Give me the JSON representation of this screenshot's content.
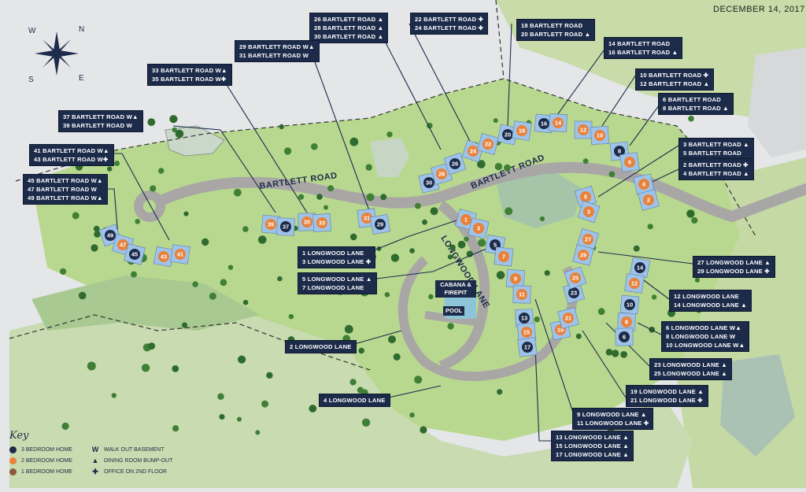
{
  "date": "DECEMBER 14, 2017",
  "compass": {
    "n": "N",
    "e": "E",
    "s": "S",
    "w": "W"
  },
  "roads": {
    "bartlett_1": "BARTLETT ROAD",
    "bartlett_2": "BARTLETT ROAD",
    "longwood": "LONGWOOD LANE"
  },
  "pois": {
    "cabana": "CABANA & FIREPIT",
    "pool": "POOL"
  },
  "colors": {
    "three_bed": "#1d2b4a",
    "two_bed": "#e8823a",
    "one_bed": "#8a5a3a",
    "green": "#b9d88f",
    "grass_dark": "#9cc27a",
    "road": "#a9a7a6",
    "lot": "#9fc3e8"
  },
  "units": [
    {
      "n": "49",
      "t": "3"
    },
    {
      "n": "47",
      "t": "2"
    },
    {
      "n": "45",
      "t": "3"
    },
    {
      "n": "43",
      "t": "2"
    },
    {
      "n": "41",
      "t": "2"
    },
    {
      "n": "39",
      "t": "2"
    },
    {
      "n": "37",
      "t": "3"
    },
    {
      "n": "35",
      "t": "2"
    },
    {
      "n": "33",
      "t": "2"
    },
    {
      "n": "31",
      "t": "2"
    },
    {
      "n": "29",
      "t": "3"
    },
    {
      "n": "30",
      "t": "3"
    },
    {
      "n": "28",
      "t": "2"
    },
    {
      "n": "26",
      "t": "3"
    },
    {
      "n": "24",
      "t": "2"
    },
    {
      "n": "22",
      "t": "2"
    },
    {
      "n": "20",
      "t": "3"
    },
    {
      "n": "18",
      "t": "2"
    },
    {
      "n": "16",
      "t": "3"
    },
    {
      "n": "14",
      "t": "2"
    },
    {
      "n": "12",
      "t": "2"
    },
    {
      "n": "10",
      "t": "2"
    },
    {
      "n": "8",
      "t": "3"
    },
    {
      "n": "6",
      "t": "2"
    },
    {
      "n": "4",
      "t": "2"
    },
    {
      "n": "2",
      "t": "2"
    },
    {
      "n": "5",
      "t": "2"
    },
    {
      "n": "3",
      "t": "2"
    },
    {
      "n": "1",
      "t": "2"
    },
    {
      "n": "3",
      "t": "2"
    },
    {
      "n": "5",
      "t": "3"
    },
    {
      "n": "7",
      "t": "2"
    },
    {
      "n": "9",
      "t": "2"
    },
    {
      "n": "11",
      "t": "2"
    },
    {
      "n": "13",
      "t": "3"
    },
    {
      "n": "15",
      "t": "2"
    },
    {
      "n": "17",
      "t": "3"
    },
    {
      "n": "19",
      "t": "2"
    },
    {
      "n": "21",
      "t": "2"
    },
    {
      "n": "23",
      "t": "3"
    },
    {
      "n": "25",
      "t": "2"
    },
    {
      "n": "27",
      "t": "2"
    },
    {
      "n": "29",
      "t": "2"
    },
    {
      "n": "14",
      "t": "3"
    },
    {
      "n": "12",
      "t": "2"
    },
    {
      "n": "10",
      "t": "3"
    },
    {
      "n": "8",
      "t": "2"
    },
    {
      "n": "6",
      "t": "3"
    }
  ],
  "labels": [
    {
      "id": "lbl-22-24",
      "lines": [
        "22 BARTLETT ROAD ✚",
        "24 BARTLETT ROAD ✚"
      ]
    },
    {
      "id": "lbl-26-30",
      "lines": [
        "26 BARTLETT ROAD ▲",
        "28 BARTLETT ROAD ▲",
        "30 BARTLETT ROAD ▲"
      ]
    },
    {
      "id": "lbl-18-20",
      "lines": [
        "18 BARTLETT ROAD",
        "20 BARTLETT ROAD ▲"
      ]
    },
    {
      "id": "lbl-29-31",
      "lines": [
        "29 BARTLETT ROAD W▲",
        "31 BARTLETT ROAD W"
      ]
    },
    {
      "id": "lbl-14-16",
      "lines": [
        "14 BARTLETT ROAD",
        "16 BARTLETT ROAD ▲"
      ]
    },
    {
      "id": "lbl-33-35",
      "lines": [
        "33 BARTLETT ROAD W▲",
        "35 BARTLETT ROAD W✚"
      ]
    },
    {
      "id": "lbl-10-12",
      "lines": [
        "10 BARTLETT ROAD ✚",
        "12 BARTLETT ROAD ▲"
      ]
    },
    {
      "id": "lbl-6-8",
      "lines": [
        "6 BARTLETT ROAD",
        "8 BARTLETT ROAD ▲"
      ]
    },
    {
      "id": "lbl-37-39",
      "lines": [
        "37 BARTLETT ROAD W▲",
        "39 BARTLETT ROAD W"
      ]
    },
    {
      "id": "lbl-3-5",
      "lines": [
        "3 BARTLETT ROAD ▲",
        "5 BARTLETT ROAD"
      ]
    },
    {
      "id": "lbl-41-43",
      "lines": [
        "41 BARTLETT ROAD W▲",
        "43 BARTLETT ROAD W✚"
      ]
    },
    {
      "id": "lbl-2-4",
      "lines": [
        "2 BARTLETT ROAD ✚",
        "4 BARTLETT ROAD ▲"
      ]
    },
    {
      "id": "lbl-45-49",
      "lines": [
        "45 BARTLETT ROAD W▲",
        "47 BARTLETT ROAD W",
        "49 BARTLETT ROAD W▲"
      ]
    },
    {
      "id": "lbl-lw-1-3",
      "lines": [
        "1 LONGWOOD LANE",
        "3 LONGWOOD LANE ✚"
      ]
    },
    {
      "id": "lbl-lw-27-29",
      "lines": [
        "27 LONGWOOD LANE ▲",
        "29 LONGWOOD LANE ✚"
      ]
    },
    {
      "id": "lbl-lw-5-7",
      "lines": [
        "5 LONGWOOD LANE ▲",
        "7 LONGWOOD LANE"
      ]
    },
    {
      "id": "lbl-lw-12-14",
      "lines": [
        "12 LONGWOOD LANE",
        "14 LONGWOOD LANE ▲"
      ]
    },
    {
      "id": "lbl-lw-6-10",
      "lines": [
        "6 LONGWOOD LANE W▲",
        "8 LONGWOOD LANE W",
        "10 LONGWOOD LANE W▲"
      ]
    },
    {
      "id": "lbl-lw-2",
      "lines": [
        "2 LONGWOOD LANE"
      ]
    },
    {
      "id": "lbl-lw-23-25",
      "lines": [
        "23 LONGWOOD LANE ▲",
        "25 LONGWOOD LANE ▲"
      ]
    },
    {
      "id": "lbl-lw-19-21",
      "lines": [
        "19 LONGWOOD LANE ▲",
        "21 LONGWOOD LANE ✚"
      ]
    },
    {
      "id": "lbl-lw-4",
      "lines": [
        "4 LONGWOOD LANE"
      ]
    },
    {
      "id": "lbl-lw-9-11",
      "lines": [
        "9 LONGWOOD LANE ▲",
        "11 LONGWOOD LANE ✚"
      ]
    },
    {
      "id": "lbl-lw-13-17",
      "lines": [
        "13 LONGWOOD LANE ▲",
        "15 LONGWOOD LANE ▲",
        "17 LONGWOOD LANE ▲"
      ]
    }
  ],
  "key": {
    "title": "Key",
    "three_bed": "3 BEDROOM HOME",
    "two_bed": "2 BEDROOM HOME",
    "one_bed": "1 BEDROOM HOME",
    "walkout": "WALK OUT BASEMENT",
    "dining": "DINING ROOM BUMP-OUT",
    "office": "OFFICE ON 2ND FLOOR",
    "walkout_sym": "W",
    "dining_sym": "▲",
    "office_sym": "✚"
  }
}
